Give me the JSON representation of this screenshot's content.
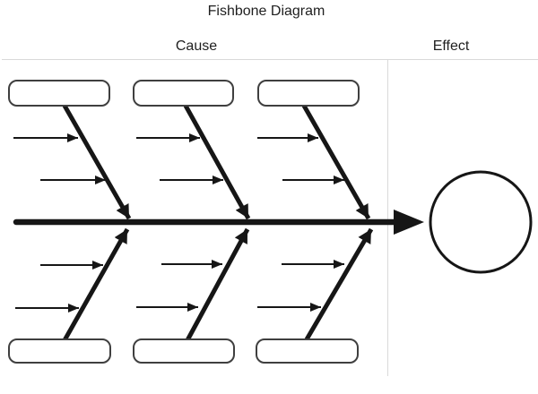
{
  "page": {
    "title": "Fishbone Diagram"
  },
  "header": {
    "cause_label": "Cause",
    "effect_label": "Effect"
  },
  "diagram": {
    "type": "fishbone",
    "spine_direction": "left-to-right",
    "effect_node": {
      "shape": "circle",
      "text": ""
    },
    "top_branches": [
      {
        "box_text": "",
        "sub_arrow_count": 2
      },
      {
        "box_text": "",
        "sub_arrow_count": 2
      },
      {
        "box_text": "",
        "sub_arrow_count": 2
      }
    ],
    "bottom_branches": [
      {
        "box_text": "",
        "sub_arrow_count": 2
      },
      {
        "box_text": "",
        "sub_arrow_count": 2
      },
      {
        "box_text": "",
        "sub_arrow_count": 2
      }
    ],
    "colors": {
      "line": "#161616",
      "box_border": "#3f3f3f",
      "divider": "#d9d9d9",
      "text": "#1f1f1f",
      "fill": "#ffffff"
    }
  }
}
